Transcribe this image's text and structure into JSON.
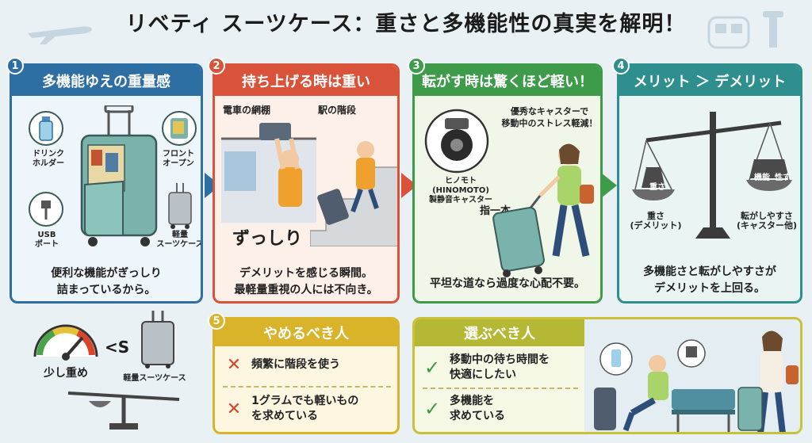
{
  "title": "リベティ スーツケース：重さと多機能性の真実を解明！",
  "panel1": {
    "num": "1",
    "heading": "多機能ゆえの重量感",
    "label_drink": "ドリンク\nホルダー",
    "label_front": "フロント\nオープン",
    "label_usb": "USB\nポート",
    "label_light": "軽量\nスーツケース",
    "caption": "便利な機能がぎっしり\n詰まっているから。",
    "gauge_label": "少し重め",
    "compare": "<S",
    "light_label": "軽量スーツケース"
  },
  "panel2": {
    "num": "2",
    "heading": "持ち上げる時は重い",
    "label_train": "電車の網棚",
    "label_stairs": "駅の階段",
    "sound": "ずっしり",
    "caption": "デメリットを感じる瞬間。\n最軽量重視の人には不向き。"
  },
  "panel3": {
    "num": "3",
    "heading": "転がす時は驚くほど軽い！",
    "bubble": "優秀なキャスターで\n移動中のストレス軽減！",
    "caster_label": "ヒノモト(HINOMOTO)\n製静音キャスター",
    "finger": "指一本 →",
    "caption": "平坦な道なら過度な心配不要。"
  },
  "panel4": {
    "num": "4",
    "heading": "メリット ＞ デメリット",
    "weight_left": "重さ",
    "weight_right_a": "機能",
    "weight_right_b": "性す",
    "label_left": "重さ\n(デメリット)",
    "label_right": "転がしやすさ\n(キャスター他)",
    "caption": "多機能さと転がしやすさが\nデメリットを上回る。"
  },
  "panel5": {
    "num": "5",
    "heading": "やめるべき人",
    "items": [
      "頻繁に階段を使う",
      "1グラムでも軽いもの\nを求めている"
    ]
  },
  "panel6": {
    "heading": "選ぶべき人",
    "items": [
      "移動中の待ち時間を\n快適にしたい",
      "多機能を\n求めている"
    ]
  },
  "colors": {
    "blue": "#2e6fa3",
    "red": "#d9533a",
    "green": "#3e9b4a",
    "teal": "#2f8f8f",
    "yellow": "#d9b42a"
  }
}
